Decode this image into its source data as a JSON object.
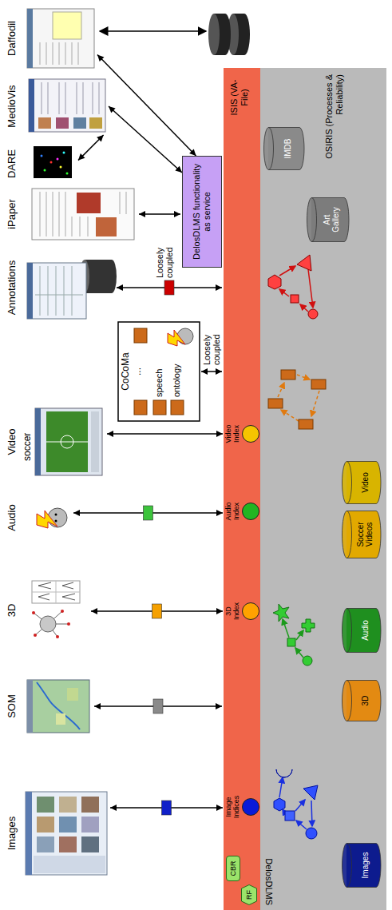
{
  "diagram": {
    "nodes": [
      {
        "text": [
          "ISIS (VA-File)"
        ]
      },
      {
        "text": [
          "RF"
        ],
        "in": 0
      },
      {
        "text": [
          "CBR"
        ],
        "in": 0
      },
      {
        "text": [
          "Image Indices"
        ],
        "in": 0
      },
      {
        "text": [
          "3D Index"
        ],
        "in": 0
      },
      {
        "text": [
          "Audio Index"
        ],
        "in": 0
      },
      {
        "text": [
          "Video Index"
        ],
        "in": 0
      },
      {
        "text": [
          "OSIRIS (Processes & Reliability)"
        ]
      },
      {
        "text": [
          "Images"
        ],
        "in": 7
      },
      {
        "text": [
          "3D"
        ],
        "in": 7
      },
      {
        "text": [
          "Audio"
        ],
        "in": 7
      },
      {
        "text": [
          "Soccer Videos"
        ],
        "in": 7
      },
      {
        "text": [
          "Video"
        ],
        "in": 7
      },
      {
        "text": [
          "Art Gallery"
        ],
        "in": 7
      },
      {
        "text": [
          "IMDB"
        ],
        "in": 7
      },
      {
        "text": [
          "DelosDLMS functionality as service"
        ]
      },
      {
        "text": [
          "Images"
        ]
      },
      {
        "text": [
          "SOM"
        ]
      },
      {
        "text": [
          "3D"
        ]
      },
      {
        "text": [
          "Audio"
        ]
      },
      {
        "text": [
          "Video",
          "soccer"
        ]
      },
      {
        "text": [
          "CoCoMa",
          "...",
          "speech",
          "ontology"
        ]
      },
      {
        "text": [
          "Annotations"
        ]
      },
      {
        "text": [
          "iPaper"
        ]
      },
      {
        "text": [
          "DARE"
        ]
      },
      {
        "text": [
          "MedioVis"
        ]
      },
      {
        "text": [
          "Daffodil"
        ]
      }
    ],
    "edges": [
      {
        "from": 16,
        "to": 3,
        "arrow": "both"
      },
      {
        "from": 17,
        "to": 0,
        "arrow": "both"
      },
      {
        "from": 18,
        "to": 4,
        "arrow": "both"
      },
      {
        "from": 19,
        "to": 5,
        "arrow": "both"
      },
      {
        "from": 20,
        "to": 6,
        "arrow": "both"
      },
      {
        "from": 21,
        "to": 0,
        "arrow": "both",
        "label": "Loosely coupled"
      },
      {
        "from": 22,
        "to": 0,
        "arrow": "both",
        "label": "Loosely coupled"
      },
      {
        "from": 23,
        "to": 15,
        "arrow": "both"
      },
      {
        "from": 24,
        "to": 25,
        "arrow": "both"
      },
      {
        "from": 25,
        "to": 15,
        "arrow": "both"
      },
      {
        "from": 26,
        "to": 15,
        "arrow": "both"
      }
    ],
    "labels": [
      "DelosDLMS"
    ]
  }
}
